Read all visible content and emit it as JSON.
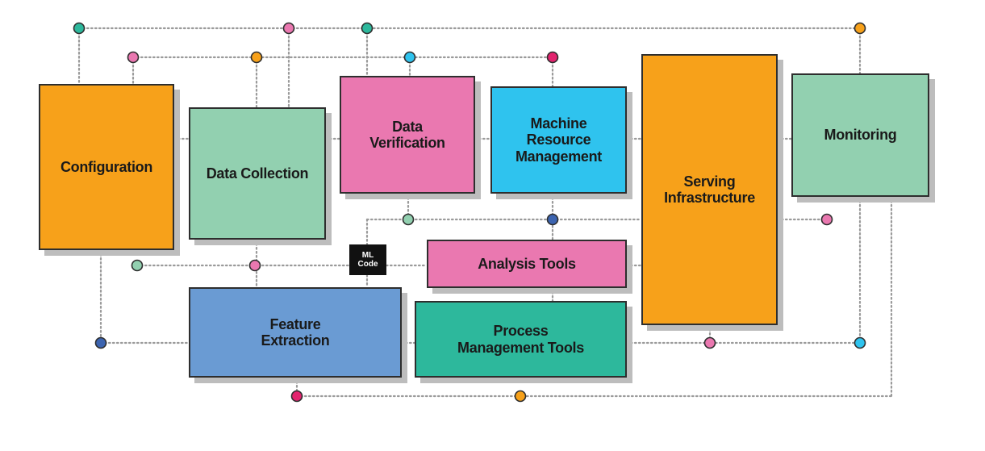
{
  "colors": {
    "orange": "#f7a11a",
    "mint": "#92d0b0",
    "pink": "#ea78b0",
    "sky": "#2fc3ee",
    "blue": "#6a9bd3",
    "teal": "#2db89c",
    "magenta": "#e2246e",
    "navy": "#3c64b0",
    "dark_teal": "#1fa98c",
    "wire": "#9a9a9a"
  },
  "components": {
    "configuration": "Configuration",
    "data_collection": "Data Collection",
    "data_verification": "Data\nVerification",
    "machine_resource_management": "Machine\nResource\nManagement",
    "serving_infrastructure": "Serving\nInfrastructure",
    "monitoring": "Monitoring",
    "analysis_tools": "Analysis Tools",
    "feature_extraction": "Feature\nExtraction",
    "process_management_tools": "Process\nManagement Tools",
    "ml_code": "ML\nCode"
  }
}
